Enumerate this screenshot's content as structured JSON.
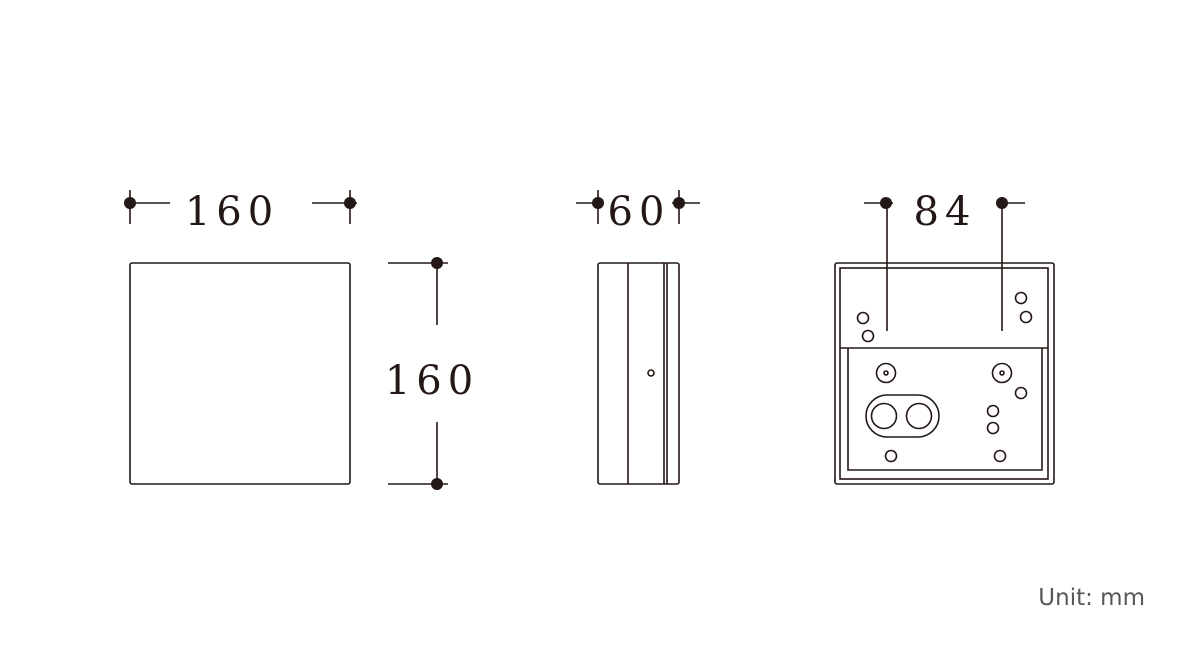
{
  "dimensions": {
    "front_width": "160",
    "front_height": "160",
    "side_depth": "60",
    "back_spacing": "84"
  },
  "unit_label": "Unit: mm"
}
